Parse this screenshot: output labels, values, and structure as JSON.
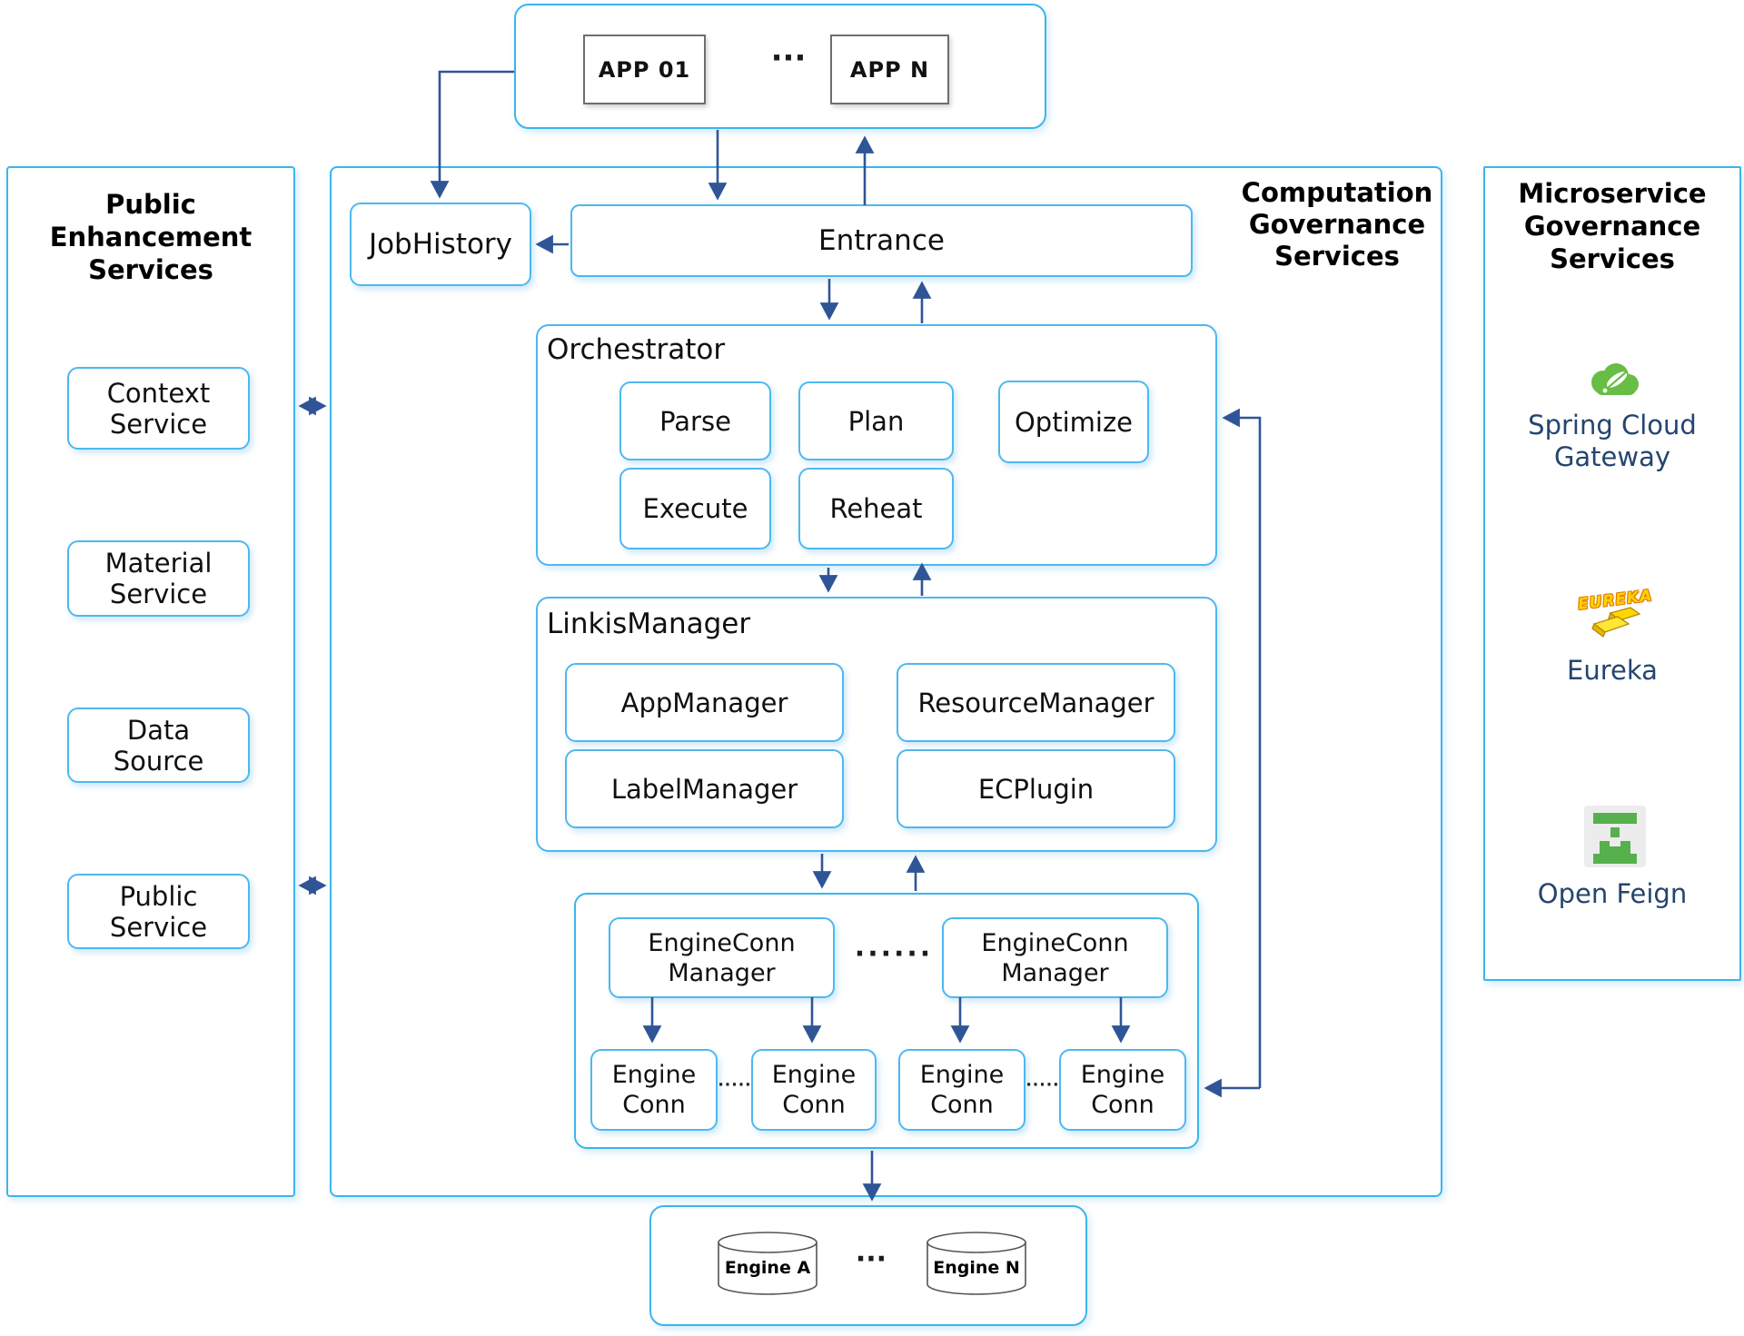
{
  "colors": {
    "accent_cyan": "#3ab5ec",
    "inner_border": "#4db8ef",
    "arrow_blue": "#2f5597",
    "navy_text": "#24456e",
    "spring_green": "#68BD45",
    "eureka_gold": "#FFD200",
    "feign_green": "#56B04C"
  },
  "top_apps": {
    "app_01": "APP 01",
    "dots": "···",
    "app_n": "APP N"
  },
  "left_panel": {
    "title": "Public\nEnhancement\nServices",
    "items": [
      {
        "label": "Context\nService"
      },
      {
        "label": "Material\nService"
      },
      {
        "label": "Data\nSource"
      },
      {
        "label": "Public\nService"
      }
    ]
  },
  "computation": {
    "title": "Computation\nGovernance\nServices",
    "job_history": "JobHistory",
    "entrance": "Entrance",
    "orchestrator": {
      "label": "Orchestrator",
      "steps": [
        {
          "label": "Parse"
        },
        {
          "label": "Plan"
        },
        {
          "label": "Optimize"
        },
        {
          "label": "Execute"
        },
        {
          "label": "Reheat"
        }
      ]
    },
    "linkis_manager": {
      "label": "LinkisManager",
      "modules": [
        {
          "label": "AppManager"
        },
        {
          "label": "ResourceManager"
        },
        {
          "label": "LabelManager"
        },
        {
          "label": "ECPlugin"
        }
      ]
    },
    "engine_conn_cluster": {
      "managers": [
        {
          "label": "EngineConn\nManager"
        },
        {
          "label": "EngineConn\nManager"
        }
      ],
      "manager_dots": "······",
      "conn_dots": "·····",
      "conns": [
        {
          "label": "Engine\nConn"
        },
        {
          "label": "Engine\nConn"
        },
        {
          "label": "Engine\nConn"
        },
        {
          "label": "Engine\nConn"
        }
      ]
    }
  },
  "microservice": {
    "title": "Microservice\nGovernance\nServices",
    "items": [
      {
        "label": "Spring Cloud\nGateway",
        "icon": "spring-cloud-icon"
      },
      {
        "label": "Eureka",
        "icon": "eureka-icon",
        "logo_text": "EUREKA"
      },
      {
        "label": "Open Feign",
        "icon": "open-feign-icon"
      }
    ]
  },
  "engines": {
    "engine_a": "Engine A",
    "dots": "···",
    "engine_n": "Engine N"
  }
}
